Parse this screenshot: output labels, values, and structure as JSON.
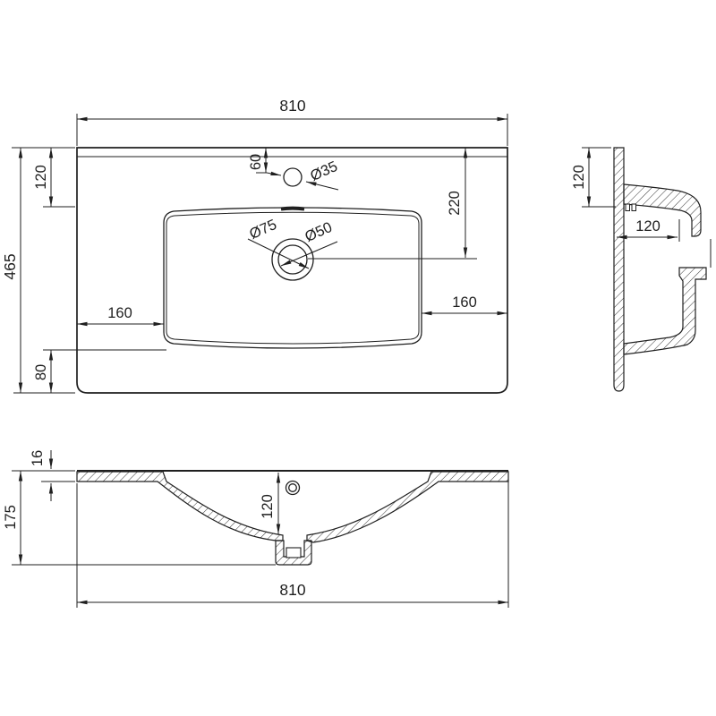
{
  "drawing_type": "technical-drawing",
  "subject": "vanity washbasin — top, side and front section views",
  "colors": {
    "line": "#1f1f1f",
    "background": "#ffffff"
  },
  "dims": {
    "top": {
      "width": "810",
      "depth": "465",
      "back_offset": "120",
      "front_offset": "80",
      "faucet_offset": "60",
      "faucet_dia": "Ø35",
      "drain_offset": "220",
      "margin_left": "160",
      "margin_right": "160",
      "drain_outer_dia": "Ø75",
      "drain_inner_dia": "Ø50"
    },
    "side": {
      "mount_height": "120",
      "rim_depth": "120"
    },
    "front": {
      "rim_thickness": "16",
      "height": "175",
      "bowl_depth": "120",
      "width": "810"
    }
  }
}
